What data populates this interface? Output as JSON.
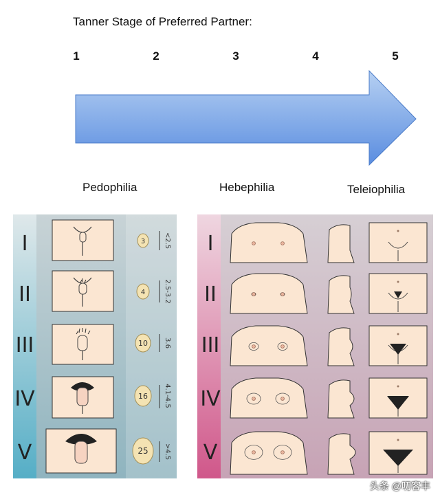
{
  "title": "Tanner Stage of Preferred Partner:",
  "stages": [
    "1",
    "2",
    "3",
    "4",
    "5"
  ],
  "categories": [
    "Pedophilia",
    "Hebephilia",
    "Teleiophilia"
  ],
  "male_panel": {
    "roman": [
      "I",
      "II",
      "III",
      "IV",
      "V"
    ],
    "volumes": [
      "3",
      "4",
      "10",
      "16",
      "25"
    ],
    "lengths": [
      "<2.5",
      "2.5-3.2",
      "3.6",
      "4.1-4.5",
      ">4.5"
    ]
  },
  "female_panel": {
    "roman": [
      "I",
      "II",
      "III",
      "IV",
      "V"
    ]
  },
  "watermark": "头条 @叨客丰",
  "colors": {
    "arrow_top": "#a9c7ee",
    "arrow_bottom": "#5b8ee0",
    "male_band": "#6fb6c8",
    "female_band": "#cf5d8a"
  }
}
